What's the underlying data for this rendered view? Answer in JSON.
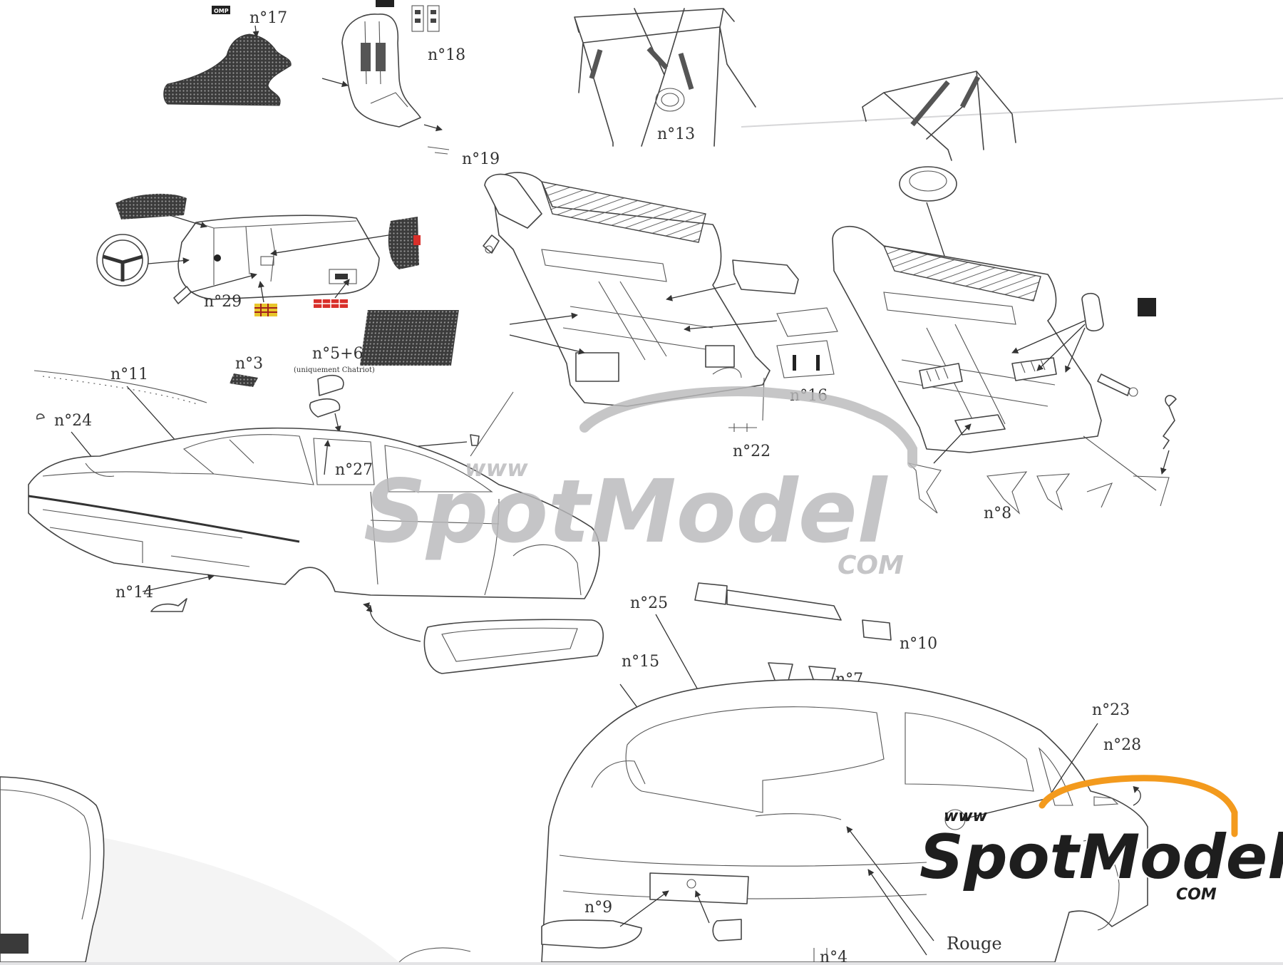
{
  "labels": {
    "n17": "n°17",
    "n18": "n°18",
    "n19": "n°19",
    "n13": "n°13",
    "n29": "n°29",
    "n16": "n°16",
    "n22": "n°22",
    "n11": "n°11",
    "n3": "n°3",
    "n5_6": "n°5+6",
    "n5_6_note": "(uniquement Chatriot)",
    "n24": "n°24",
    "n27": "n°27",
    "n14": "n°14",
    "n8": "n°8",
    "n25": "n°25",
    "n15": "n°15",
    "n7": "n°7",
    "n10": "n°10",
    "n23": "n°23",
    "n28": "n°28",
    "n9": "n°9",
    "n4": "n°4",
    "rouge": "Rouge"
  },
  "decal_text": {
    "omp": "OMP"
  },
  "watermark": {
    "www": "www",
    "brand": "SpotModel",
    "com": "COM"
  },
  "colors": {
    "paper": "#ffffff",
    "background": "#e4e4e6",
    "line": "#444444",
    "watermark_gray": "#b9b9bb",
    "logo_dark": "#1e1e1e",
    "logo_orange": "#f39a1d",
    "decal_red": "#d9302b",
    "decal_yellow": "#e8c62c"
  }
}
